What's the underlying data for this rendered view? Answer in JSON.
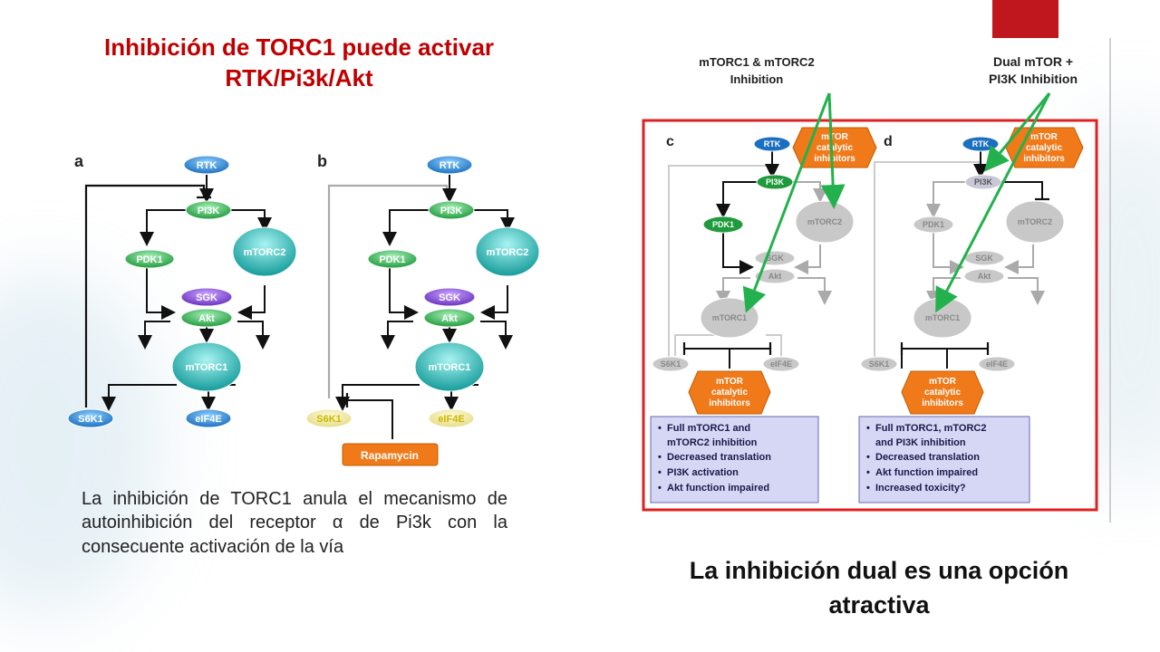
{
  "title": {
    "line1": "Inhibición de TORC1 puede activar",
    "line2": "RTK/Pi3k/Akt"
  },
  "left_caption": "La inhibición de TORC1 anula el mecanismo de autoinhibición del receptor α de Pi3k con la consecuente activación de la vía",
  "right_caption": {
    "line1": "La inhibición dual es una opción",
    "line2": "atractiva"
  },
  "colors": {
    "title_red": "#c00000",
    "frame_red": "#e02020",
    "arrow_green": "#22b14c",
    "accent_red": "#c0171f"
  },
  "left_diagram": {
    "panel_a": {
      "label": "a",
      "nodes": {
        "rtk": "RTK",
        "pi3k": "PI3K",
        "pdk1": "PDK1",
        "mtorc2": "mTORC2",
        "sgk": "SGK",
        "akt": "Akt",
        "mtorc1": "mTORC1",
        "s6k1": "S6K1",
        "eif4e": "eIF4E"
      }
    },
    "panel_b": {
      "label": "b",
      "nodes": {
        "rtk": "RTK",
        "pi3k": "PI3K",
        "pdk1": "PDK1",
        "mtorc2": "mTORC2",
        "sgk": "SGK",
        "akt": "Akt",
        "mtorc1": "mTORC1",
        "s6k1": "S6K1",
        "eif4e": "eIF4E",
        "rapamycin": "Rapamycin"
      }
    }
  },
  "right_diagram": {
    "annotation_left": {
      "line1": "mTORC1 & mTORC2",
      "line2": "Inhibition"
    },
    "annotation_right": {
      "line1": "Dual mTOR +",
      "line2": "PI3K Inhibition"
    },
    "panel_c": {
      "label": "c",
      "nodes": {
        "rtk": "RTK",
        "pi3k": "PI3K",
        "pdk1": "PDK1",
        "mtorc2": "mTORC2",
        "sgk": "SGK",
        "akt": "Akt",
        "mtorc1": "mTORC1",
        "s6k1": "S6K1",
        "eif4e": "eIF4E"
      },
      "inhibitor_top": {
        "line1": "mTOR",
        "line2": "catalytic",
        "line3": "inhibitors"
      },
      "inhibitor_bottom": {
        "line1": "mTOR",
        "line2": "catalytic",
        "line3": "inhibitors"
      },
      "effects": [
        "Full mTORC1 and",
        "mTORC2 inhibition",
        "Decreased translation",
        "PI3K activation",
        "Akt function impaired"
      ]
    },
    "panel_d": {
      "label": "d",
      "nodes": {
        "rtk": "RTK",
        "pi3k": "PI3K",
        "pdk1": "PDK1",
        "mtorc2": "mTORC2",
        "sgk": "SGK",
        "akt": "Akt",
        "mtorc1": "mTORC1",
        "s6k1": "S6K1",
        "eif4e": "eIF4E"
      },
      "inhibitor_top": {
        "line1": "mTOR",
        "line2": "catalytic",
        "line3": "inhibitors"
      },
      "inhibitor_bottom": {
        "line1": "mTOR",
        "line2": "catalytic",
        "line3": "inhibitors"
      },
      "effects": [
        "Full mTORC1, mTORC2",
        "and PI3K inhibition",
        "Decreased translation",
        "Akt function impaired",
        "Increased toxicity?"
      ]
    }
  }
}
